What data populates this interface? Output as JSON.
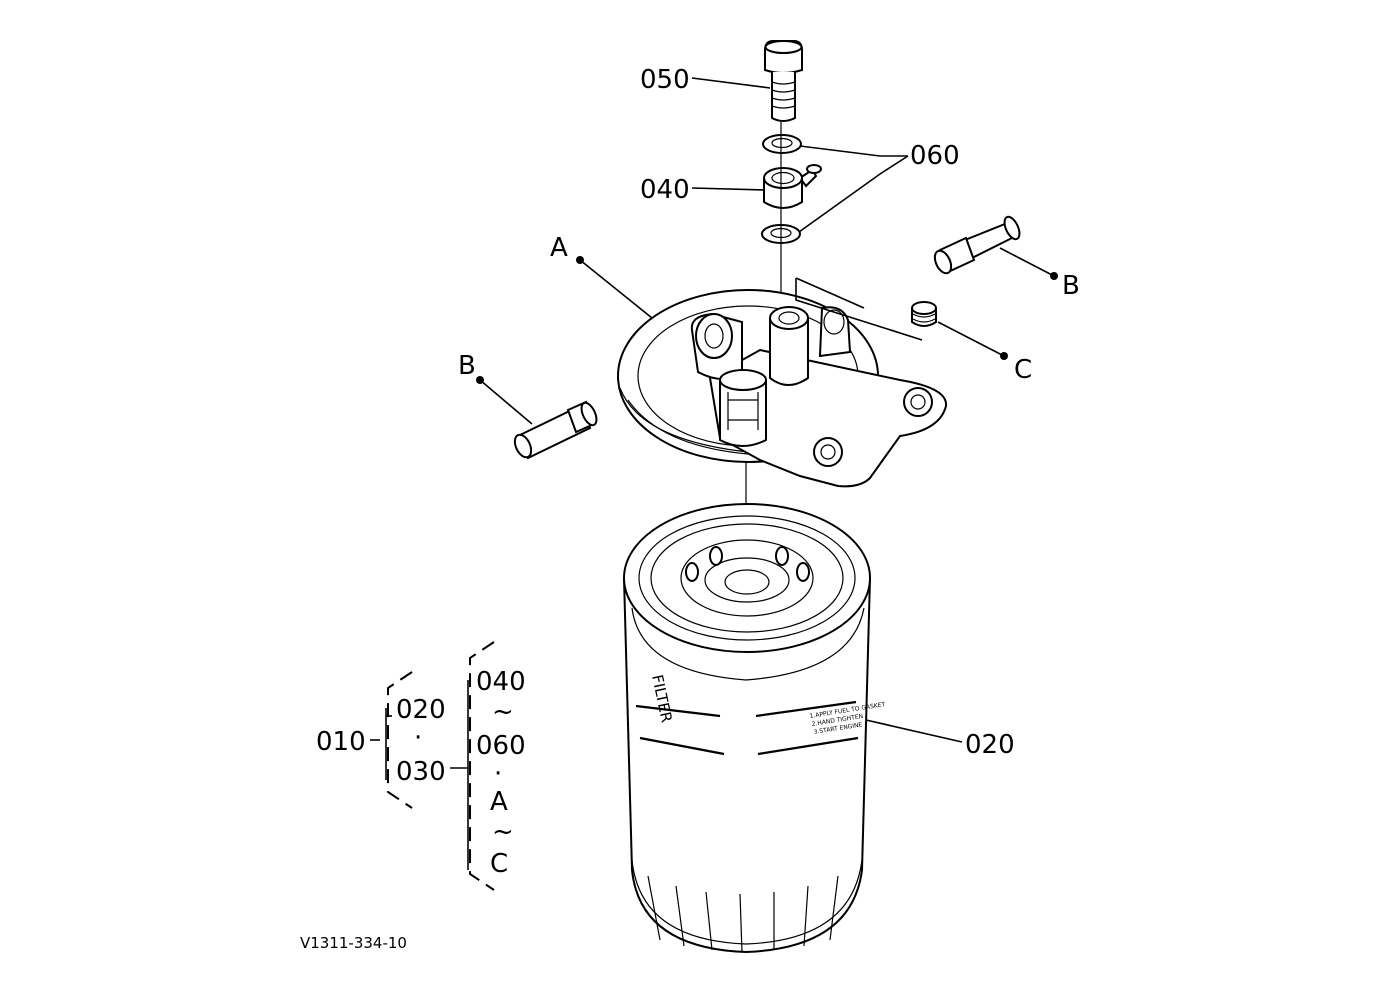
{
  "callouts": {
    "c050": "050",
    "c060": "060",
    "c040": "040",
    "cA": "A",
    "cB_right": "B",
    "cB_left": "B",
    "cC": "C",
    "c020_right": "020"
  },
  "legend": {
    "c010": "010",
    "c020": "020",
    "dot1": "·",
    "c030": "030",
    "c040": "040",
    "tilde1": "~",
    "c060": "060",
    "dot2": "·",
    "cA": "A",
    "tilde2": "~",
    "cC": "C"
  },
  "filter_label": {
    "line1": "FILTER",
    "line2": "1.APPLY FUEL TO GASKET",
    "line3": "2.HAND TIGHTEN",
    "line4": "3.START ENGINE"
  },
  "figure_id": "V1311-334-10"
}
